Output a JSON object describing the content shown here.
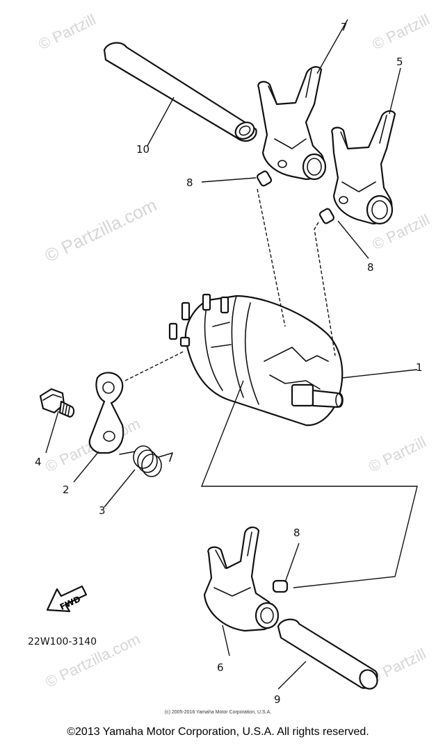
{
  "watermark": "© Partzilla.com",
  "watermark_partial": "© Partzill",
  "part_code": "22W100-3140",
  "fwd_label": "FWD",
  "callouts": {
    "c1": "1",
    "c2": "2",
    "c3": "3",
    "c4": "4",
    "c5": "5",
    "c6": "6",
    "c7": "7",
    "c8a": "8",
    "c8b": "8",
    "c8c": "8",
    "c9": "9",
    "c10": "10"
  },
  "copyright_small": "(c) 2005-2016 Yamaha Motor Corporation, U.S.A.",
  "copyright_main": "©2013 Yamaha Motor Corporation, U.S.A. All rights reserved."
}
